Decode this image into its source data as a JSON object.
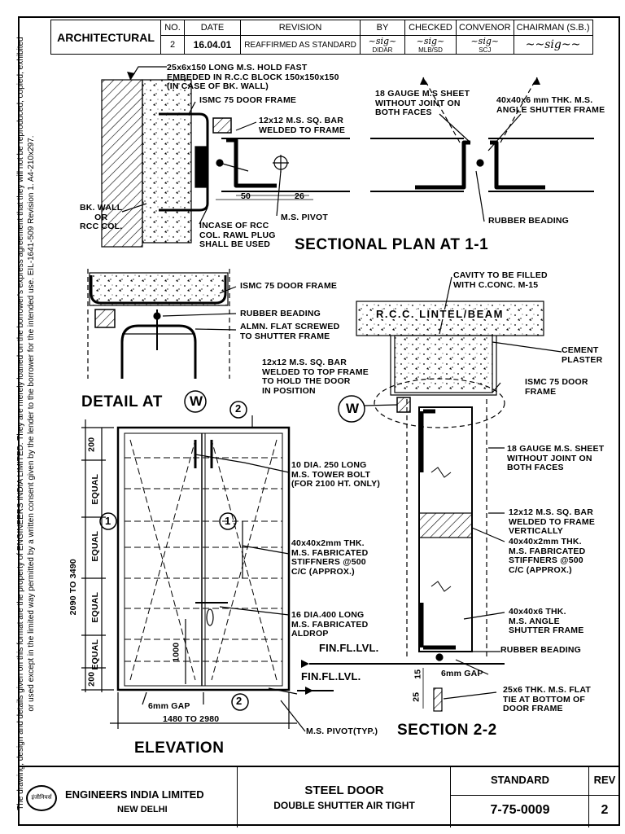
{
  "side_note": "The drawing, design and details given on this format are the property of ENGINEERS INDIA LIMITED. They are merely loaned on the borrower's express agreement that they will not be reproduced, copied, exhibited or used except in the limited way permitted by a written consent given by the lender to the borrower for the intended use. EIL-1641-509 Revision 1. A4-210x297.",
  "revision_block": {
    "discipline": "ARCHITECTURAL",
    "headers": [
      "NO.",
      "DATE",
      "REVISION",
      "BY",
      "CHECKED",
      "CONVENOR",
      "CHAIRMAN (S.B.)"
    ],
    "row": {
      "no": "2",
      "date": "16.04.01",
      "revision": "REAFFIRMED AS STANDARD",
      "by": "DIDAR",
      "checked": "MLB/SD",
      "convenor": "SCJ"
    }
  },
  "sectional_plan": {
    "title": "SECTIONAL PLAN AT 1-1",
    "labels": {
      "hold_fast": "25x6x150 LONG M.S. HOLD FAST\nEMBEDED IN R.C.C BLOCK 150x150x150\n(IN CASE OF BK. WALL)",
      "door_frame": "ISMC 75 DOOR FRAME",
      "sq_bar": "12x12 M.S. SQ. BAR\nWELDED TO FRAME",
      "wall": "BK. WALL\nOR\nRCC COL.",
      "rawl": "INCASE OF RCC\nCOL. RAWL PLUG\nSHALL BE USED",
      "pivot": "M.S. PIVOT",
      "dim_50": "50",
      "dim_26": "26",
      "sheet": "18 GAUGE M.S SHEET\nWITHOUT JOINT ON\nBOTH FACES",
      "angle": "40x40x6 mm THK. M.S.\nANGLE SHUTTER FRAME",
      "beading": "RUBBER BEADING"
    }
  },
  "detail_w": {
    "title": "DETAIL AT",
    "marker": "W",
    "labels": {
      "door_frame": "ISMC 75 DOOR FRAME",
      "beading": "RUBBER BEADING",
      "almn": "ALMN. FLAT SCREWED\nTO SHUTTER FRAME",
      "sq_bar": "12x12 M.S. SQ. BAR\nWELDED TO TOP FRAME\nTO HOLD THE DOOR\nIN POSITION"
    }
  },
  "section_22": {
    "title": "SECTION 2-2",
    "labels": {
      "cavity": "CAVITY TO BE FILLED\nWITH C.CONC. M-15",
      "lintel": "R.C.C. LINTEL/BEAM",
      "plaster": "CEMENT\nPLASTER",
      "frame": "ISMC 75 DOOR\nFRAME",
      "sheet": "18 GAUGE M.S. SHEET\nWITHOUT JOINT ON\nBOTH FACES",
      "sq_bar": "12x12 M.S. SQ. BAR\nWELDED TO FRAME\nVERTICALLY",
      "stiff": "40x40x2mm THK.\nM.S. FABRICATED\nSTIFFNERS @500\nC/C (APPROX.)",
      "angle": "40x40x6 THK.\nM.S. ANGLE\nSHUTTER FRAME",
      "beading": "RUBBER BEADING",
      "gap": "6mm GAP",
      "tie": "25x6 THK. M.S. FLAT\nTIE AT BOTTOM OF\nDOOR FRAME",
      "floor": "FIN.FL.LVL.",
      "dim_15": "15",
      "dim_25": "25"
    }
  },
  "elevation": {
    "title": "ELEVATION",
    "labels": {
      "tower_bolt": "10 DIA. 250 LONG\nM.S. TOWER BOLT\n(FOR 2100 HT. ONLY)",
      "stiff": "40x40x2mm THK.\nM.S. FABRICATED\nSTIFFNERS @500\nC/C (APPROX.)",
      "aldrop": "16 DIA.400 LONG\nM.S. FABRICATED\nALDROP",
      "floor": "FIN.FL.LVL.",
      "gap": "6mm GAP",
      "pivot": "M.S. PIVOT(TYP.)",
      "width": "1480 TO 2980",
      "height": "2090 TO 3490",
      "d200a": "200",
      "d200b": "200",
      "equal1": "EQUAL",
      "equal2": "EQUAL",
      "equal3": "EQUAL",
      "equal4": "EQUAL",
      "d1000": "1000",
      "mark1": "1",
      "mark2": "2"
    }
  },
  "title_block": {
    "company": "ENGINEERS INDIA LIMITED",
    "city": "NEW DELHI",
    "title1": "STEEL DOOR",
    "title2": "DOUBLE SHUTTER AIR TIGHT",
    "standard": "STANDARD",
    "number": "7-75-0009",
    "rev_label": "REV",
    "rev_value": "2",
    "logo_text": "इंजीनियर्स"
  }
}
